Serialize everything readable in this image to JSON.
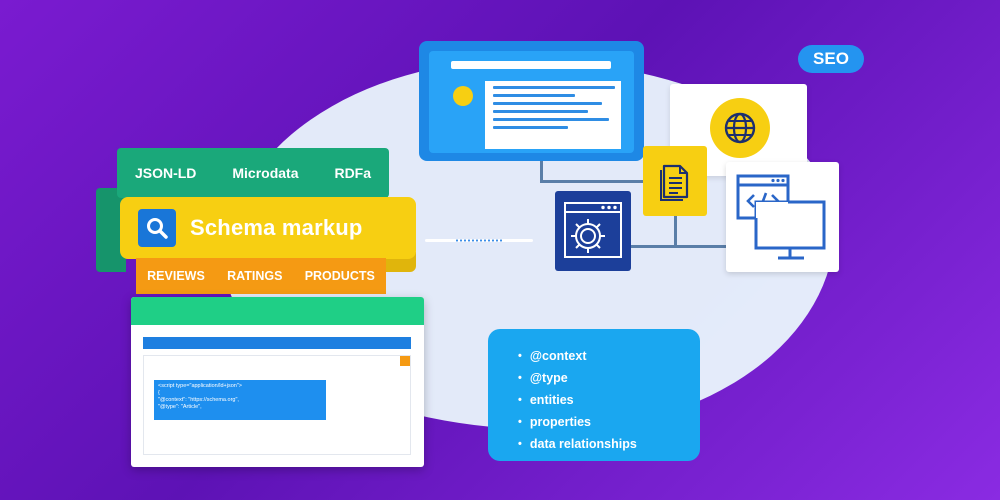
{
  "ribbon": {
    "formats": [
      "JSON-LD",
      "Microdata",
      "RDFa"
    ],
    "title": "Schema markup",
    "categories": [
      "REVIEWS",
      "RATINGS",
      "PRODUCTS"
    ]
  },
  "code_snippet": {
    "lines": [
      "<script type=\"application/ld+json\">",
      "{",
      "\"@context\": \"https://schema.org\",",
      "\"@type\": \"Article\","
    ]
  },
  "badge": {
    "label": "SEO"
  },
  "schema_list": {
    "items": [
      "@context",
      "@type",
      "entities",
      "properties",
      "data relationships"
    ]
  },
  "icons": {
    "search": "search-icon",
    "globe": "globe-icon",
    "document": "document-icon",
    "code": "code-monitor-icon",
    "settings": "gear-window-icon"
  },
  "colors": {
    "background": "#6a16c4",
    "green": "#1aa87a",
    "yellow": "#f7cf12",
    "orange": "#f59a13",
    "blue": "#1e88e5"
  }
}
